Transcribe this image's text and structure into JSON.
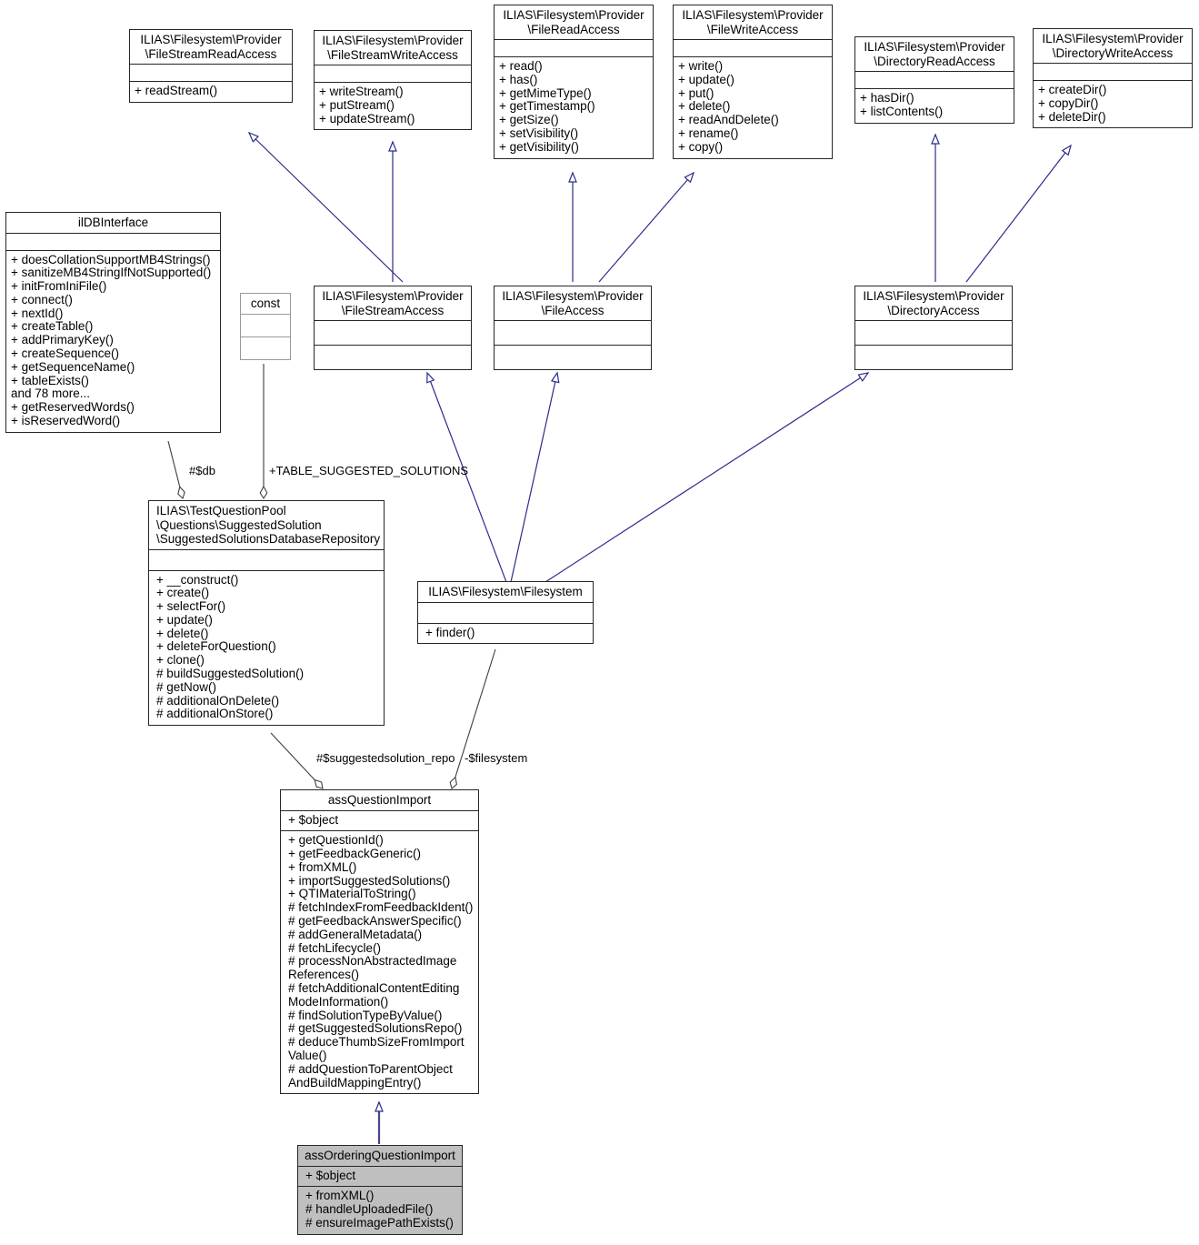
{
  "diagram": {
    "title": "UML Class Diagram",
    "colors": {
      "inheritance_line": "#2c2c8c",
      "association_line": "#3d3d3d",
      "node_border": "#262626",
      "highlight_fill": "#bfbfbf"
    }
  },
  "nodes": {
    "file_stream_read_access": {
      "title": "ILIAS\\Filesystem\\Provider\n\\FileStreamReadAccess",
      "attributes": "",
      "methods": "+ readStream()"
    },
    "file_stream_write_access": {
      "title": "ILIAS\\Filesystem\\Provider\n\\FileStreamWriteAccess",
      "attributes": "",
      "methods": "+ writeStream()\n+ putStream()\n+ updateStream()"
    },
    "file_read_access": {
      "title": "ILIAS\\Filesystem\\Provider\n\\FileReadAccess",
      "attributes": "",
      "methods": "+ read()\n+ has()\n+ getMimeType()\n+ getTimestamp()\n+ getSize()\n+ setVisibility()\n+ getVisibility()"
    },
    "file_write_access": {
      "title": "ILIAS\\Filesystem\\Provider\n\\FileWriteAccess",
      "attributes": "",
      "methods": "+ write()\n+ update()\n+ put()\n+ delete()\n+ readAndDelete()\n+ rename()\n+ copy()"
    },
    "directory_read_access": {
      "title": "ILIAS\\Filesystem\\Provider\n\\DirectoryReadAccess",
      "attributes": "",
      "methods": "+ hasDir()\n+ listContents()"
    },
    "directory_write_access": {
      "title": "ILIAS\\Filesystem\\Provider\n\\DirectoryWriteAccess",
      "attributes": "",
      "methods": "+ createDir()\n+ copyDir()\n+ deleteDir()"
    },
    "ildb_interface": {
      "title": "ilDBInterface",
      "attributes": "",
      "methods": "+ doesCollationSupportMB4Strings()\n+ sanitizeMB4StringIfNotSupported()\n+ initFromIniFile()\n+ connect()\n+ nextId()\n+ createTable()\n+ addPrimaryKey()\n+ createSequence()\n+ getSequenceName()\n+ tableExists()\nand 78 more...\n+ getReservedWords()\n+ isReservedWord()"
    },
    "const_node": {
      "title": "const",
      "attributes": "",
      "methods": ""
    },
    "file_stream_access": {
      "title": "ILIAS\\Filesystem\\Provider\n\\FileStreamAccess",
      "attributes": "",
      "methods": ""
    },
    "file_access": {
      "title": "ILIAS\\Filesystem\\Provider\n\\FileAccess",
      "attributes": "",
      "methods": ""
    },
    "directory_access": {
      "title": "ILIAS\\Filesystem\\Provider\n\\DirectoryAccess",
      "attributes": "",
      "methods": ""
    },
    "suggested_solutions_repository": {
      "title": "ILIAS\\TestQuestionPool\n\\Questions\\SuggestedSolution\n\\SuggestedSolutionsDatabaseRepository",
      "attributes": "",
      "methods": "+ __construct()\n+ create()\n+ selectFor()\n+ update()\n+ delete()\n+ deleteForQuestion()\n+ clone()\n# buildSuggestedSolution()\n# getNow()\n# additionalOnDelete()\n# additionalOnStore()"
    },
    "filesystem": {
      "title": "ILIAS\\Filesystem\\Filesystem",
      "attributes": "",
      "methods": "+ finder()"
    },
    "ass_question_import": {
      "title": "assQuestionImport",
      "attributes": "+ $object",
      "methods": "+ getQuestionId()\n+ getFeedbackGeneric()\n+ fromXML()\n+ importSuggestedSolutions()\n+ QTIMaterialToString()\n# fetchIndexFromFeedbackIdent()\n# getFeedbackAnswerSpecific()\n# addGeneralMetadata()\n# fetchLifecycle()\n# processNonAbstractedImage\nReferences()\n# fetchAdditionalContentEditing\nModeInformation()\n# findSolutionTypeByValue()\n# getSuggestedSolutionsRepo()\n# deduceThumbSizeFromImport\nValue()\n# addQuestionToParentObject\nAndBuildMappingEntry()"
    },
    "ass_ordering_question_import": {
      "title": "assOrderingQuestionImport",
      "attributes": "+ $object",
      "methods": "+ fromXML()\n# handleUploadedFile()\n# ensureImagePathExists()"
    }
  },
  "edge_labels": {
    "db": "#$db",
    "table_suggested_solutions": "+TABLE_SUGGESTED_SOLUTIONS",
    "suggestedsolution_repo": "#$suggestedsolution_repo",
    "filesystem_field": "-$filesystem"
  }
}
